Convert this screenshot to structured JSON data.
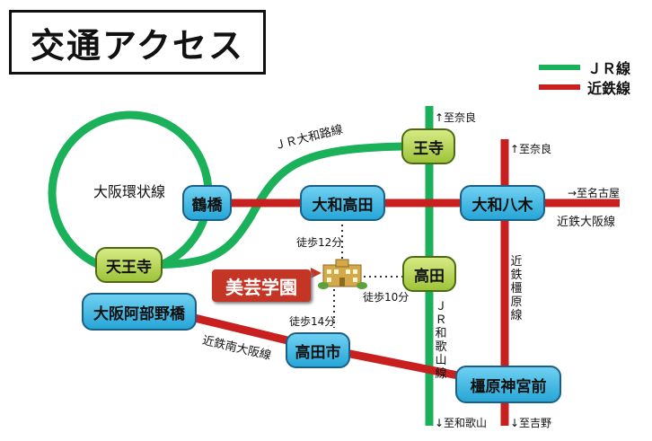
{
  "title": "交通アクセス",
  "legend": [
    {
      "label": "ＪＲ線",
      "color": "#1bb05a"
    },
    {
      "label": "近鉄線",
      "color": "#c8201f"
    }
  ],
  "lines": {
    "loop": "大阪環状線",
    "jr_yamatoji": "ＪＲ大和路線",
    "kintetsu_osaka": "近鉄大阪線",
    "kintetsu_minami_osaka": "近鉄南大阪線",
    "jr_wakayama": "ＪＲ和歌山線",
    "kintetsu_kashihara": "近鉄橿原線"
  },
  "stations": {
    "tsuruhashi": "鶴橋",
    "tennoji": "天王寺",
    "oji": "王寺",
    "yamato_takada": "大和高田",
    "yamato_yagi": "大和八木",
    "takada": "高田",
    "osaka_abenobashi": "大阪阿部野橋",
    "takadaichi": "高田市",
    "kashihara_jingu_mae": "橿原神宮前"
  },
  "school": "美芸学園",
  "walks": {
    "to_yamato_takada": "徒歩12分",
    "to_takada": "徒歩10分",
    "to_takadaichi": "徒歩14分"
  },
  "directions": {
    "jr_north": "↑至奈良",
    "kintetsu_north": "↑至奈良",
    "nagoya": "→至名古屋",
    "jr_south": "↓至和歌山",
    "kintetsu_south": "↓至吉野"
  }
}
